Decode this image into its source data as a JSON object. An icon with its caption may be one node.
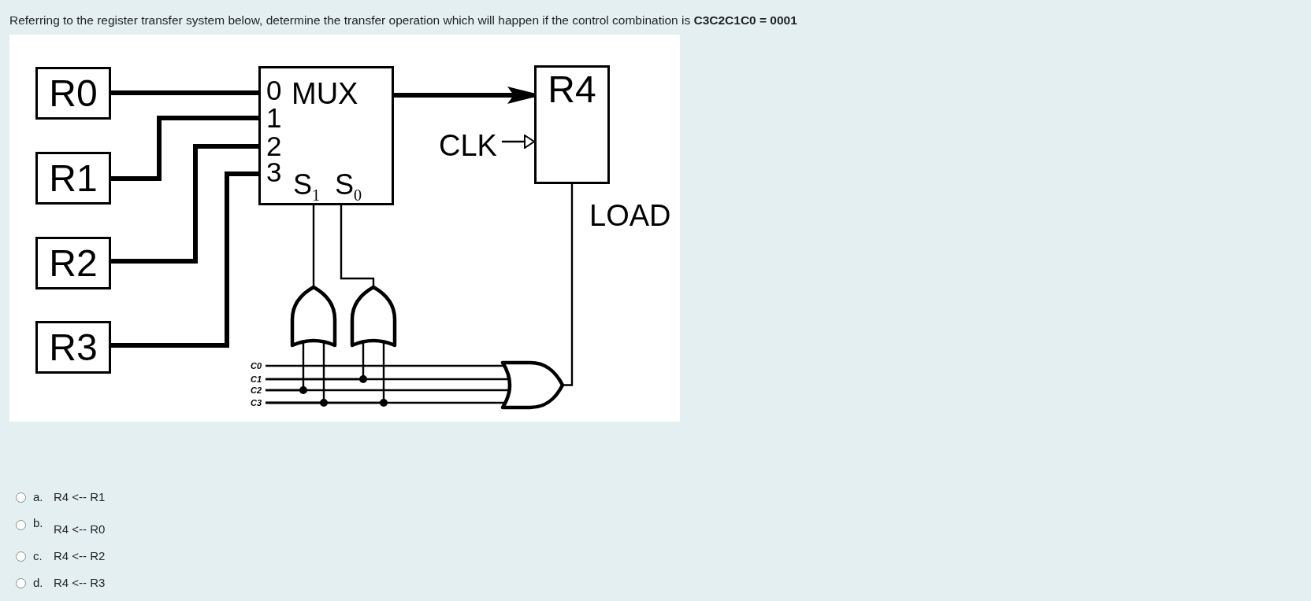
{
  "diagram": {
    "title": "Referring to the register transfer system below, determine the transfer operation which will happen if the control combination is **C3C2C1C0 = 0001**",
    "nodes": [
      {
        "text": [
          "R0"
        ]
      },
      {
        "text": [
          "R1"
        ]
      },
      {
        "text": [
          "R2"
        ]
      },
      {
        "text": [
          "R3"
        ]
      },
      {
        "text": [
          "MUX",
          "0",
          "1",
          "2",
          "3",
          "S$_{1}$",
          "S$_{0}$"
        ]
      },
      {
        "text": [
          "R4"
        ]
      },
      {
        "text": [
          "CLK"
        ]
      },
      {
        "text": [],
        "shape": "gate"
      },
      {
        "text": [],
        "shape": "gate"
      },
      {
        "text": [
          "C0"
        ]
      },
      {
        "text": [
          "C1"
        ]
      },
      {
        "text": [
          "C2"
        ]
      },
      {
        "text": [
          "C3"
        ]
      },
      {
        "text": [],
        "shape": "gate"
      }
    ],
    "edges": [
      {
        "from": 0,
        "to": 4,
        "arrow": "none",
        "style": "thick"
      },
      {
        "from": 1,
        "to": 4,
        "arrow": "none",
        "style": "thick"
      },
      {
        "from": 2,
        "to": 4,
        "arrow": "none",
        "style": "thick"
      },
      {
        "from": 3,
        "to": 4,
        "arrow": "none",
        "style": "thick"
      },
      {
        "from": 4,
        "to": 5,
        "arrow": "to",
        "style": "thick"
      },
      {
        "from": 6,
        "to": 5,
        "arrow": "to"
      },
      {
        "from": 7,
        "to": 4,
        "arrow": "none"
      },
      {
        "from": 8,
        "to": 4,
        "arrow": "none"
      },
      {
        "from": 9,
        "to": 13,
        "arrow": "none"
      },
      {
        "from": 10,
        "to": 13,
        "arrow": "none"
      },
      {
        "from": 10,
        "to": 8,
        "arrow": "none"
      },
      {
        "from": 11,
        "to": 13,
        "arrow": "none"
      },
      {
        "from": 11,
        "to": 7,
        "arrow": "none"
      },
      {
        "from": 12,
        "to": 13,
        "arrow": "none"
      },
      {
        "from": 12,
        "to": 7,
        "arrow": "none"
      },
      {
        "from": 12,
        "to": 8,
        "arrow": "none"
      },
      {
        "from": 13,
        "to": 5,
        "arrow": "none",
        "label": "LOAD"
      }
    ],
    "labels": [
      "a.",
      "R4 <-- R1",
      "b.",
      "R4 <-- R0",
      "c.",
      "R4 <-- R2",
      "d.",
      "R4 <-- R3"
    ]
  }
}
